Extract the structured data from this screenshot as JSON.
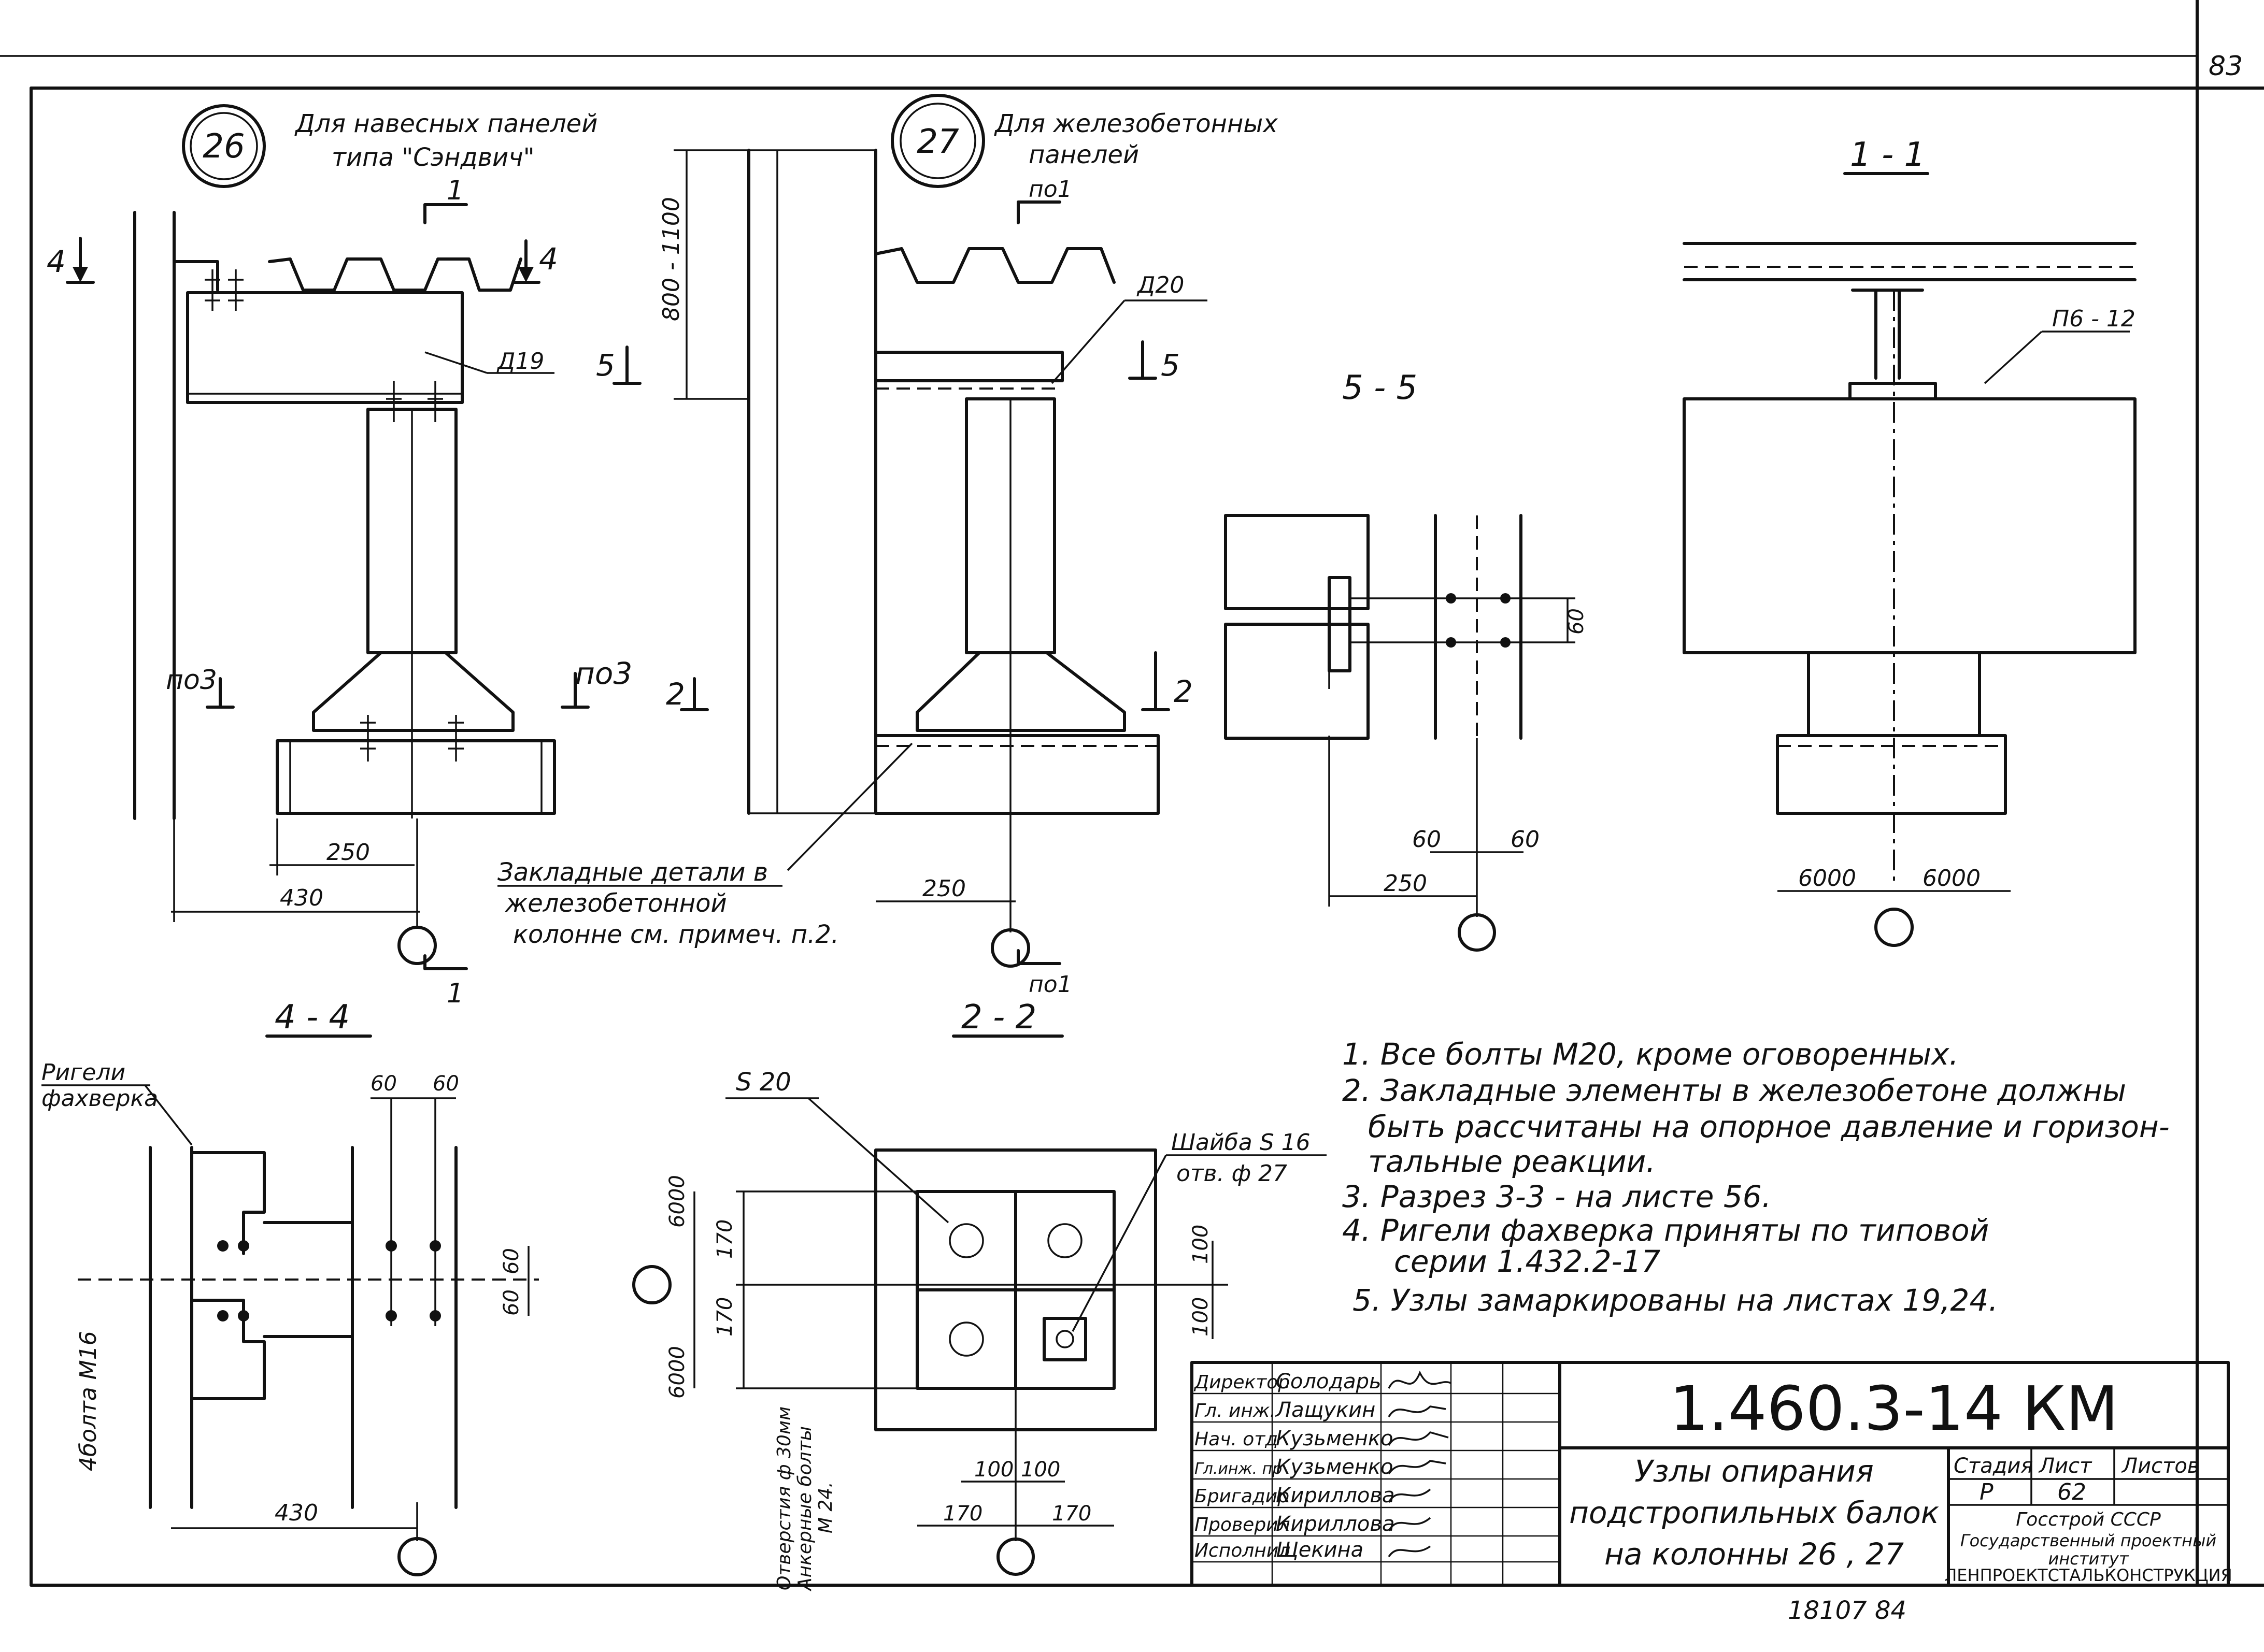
{
  "sheet": {
    "page_number": "83",
    "code": "1.460.3-14 КМ",
    "title_lines": [
      "Узлы опирания",
      "подстропильных балок",
      "на колонны 26 , 27"
    ],
    "stage_header": "Стадия",
    "sheet_header": "Лист",
    "sheets_header": "Листов",
    "stage": "Р",
    "sheet": "62",
    "org_lines": [
      "Госстрой СССР",
      "Государственный проектный",
      "институт",
      "ЛЕНПРОЕКТСТАЛЬКОНСТРУКЦИЯ"
    ],
    "archive_number": "18107  84"
  },
  "signatures": [
    {
      "role": "Директор",
      "name": "Солодарь"
    },
    {
      "role": "Гл. инж.",
      "name": "Лащукин"
    },
    {
      "role": "Нач. отд",
      "name": "Кузьменко"
    },
    {
      "role": "Гл.инж. пр",
      "name": "Кузьменко"
    },
    {
      "role": "Бригадир",
      "name": "Кириллова"
    },
    {
      "role": "Проверил",
      "name": "Кириллова"
    },
    {
      "role": "Исполнил",
      "name": "Щекина"
    }
  ],
  "notes": [
    "1. Все болты М20, кроме оговоренных.",
    "2. Закладные элементы в железобетоне должны",
    "быть рассчитаны на опорное давление и горизон-",
    "тальные реакции.",
    "3. Разрез 3-3 - на листе 56.",
    "4. Ригели фахверка приняты по типовой",
    "серии          1.432.2-17",
    "5. Узлы замаркированы на листах 19,24."
  ],
  "node26": {
    "number": "26",
    "caption_lines": [
      "Для навесных панелей",
      "типа \"Сэндвич\""
    ],
    "part": "Д19",
    "dims": [
      "250",
      "430"
    ],
    "marks": {
      "cut1": "1",
      "cut4a": "4",
      "cut4b": "4",
      "cut1b": "1",
      "cutpo3a": "по3",
      "cutpo3b": "по3"
    }
  },
  "node27": {
    "number": "27",
    "caption_lines": [
      "Для железобетонных",
      "панелей"
    ],
    "part": "Д20",
    "height_dim": "800 - 1100",
    "dims": [
      "250"
    ],
    "embedded_note_lines": [
      "Закладные детали в",
      "железобетонной",
      "колонне см. примеч. п.2."
    ],
    "marks": {
      "po1a": "по1",
      "po1b": "по1",
      "cut5a": "5",
      "cut5b": "5",
      "cut2a": "2",
      "cut2b": "2"
    }
  },
  "section55": {
    "title": "5 - 5",
    "dims": [
      "60",
      "60",
      "250",
      "60"
    ]
  },
  "section11": {
    "title": "1 - 1",
    "part": "П6 - 12",
    "dims": [
      "6000",
      "6000"
    ]
  },
  "section44": {
    "title": "4 - 4",
    "label_lines": [
      "Ригели",
      "фахверка"
    ],
    "bolt_note": "4болта М16",
    "dims": [
      "60",
      "60",
      "60",
      "60",
      "430"
    ]
  },
  "section22": {
    "title": "2 - 2",
    "plate": "S 20",
    "washer_lines": [
      "Шайба S 16",
      "отв. ф 27"
    ],
    "hole_note_lines": [
      "Отверстия ф 30мм",
      "Анкерные болты",
      "М 24."
    ],
    "dims": [
      "6000",
      "6000",
      "170",
      "170",
      "100",
      "100",
      "100",
      "100",
      "170",
      "170"
    ]
  }
}
